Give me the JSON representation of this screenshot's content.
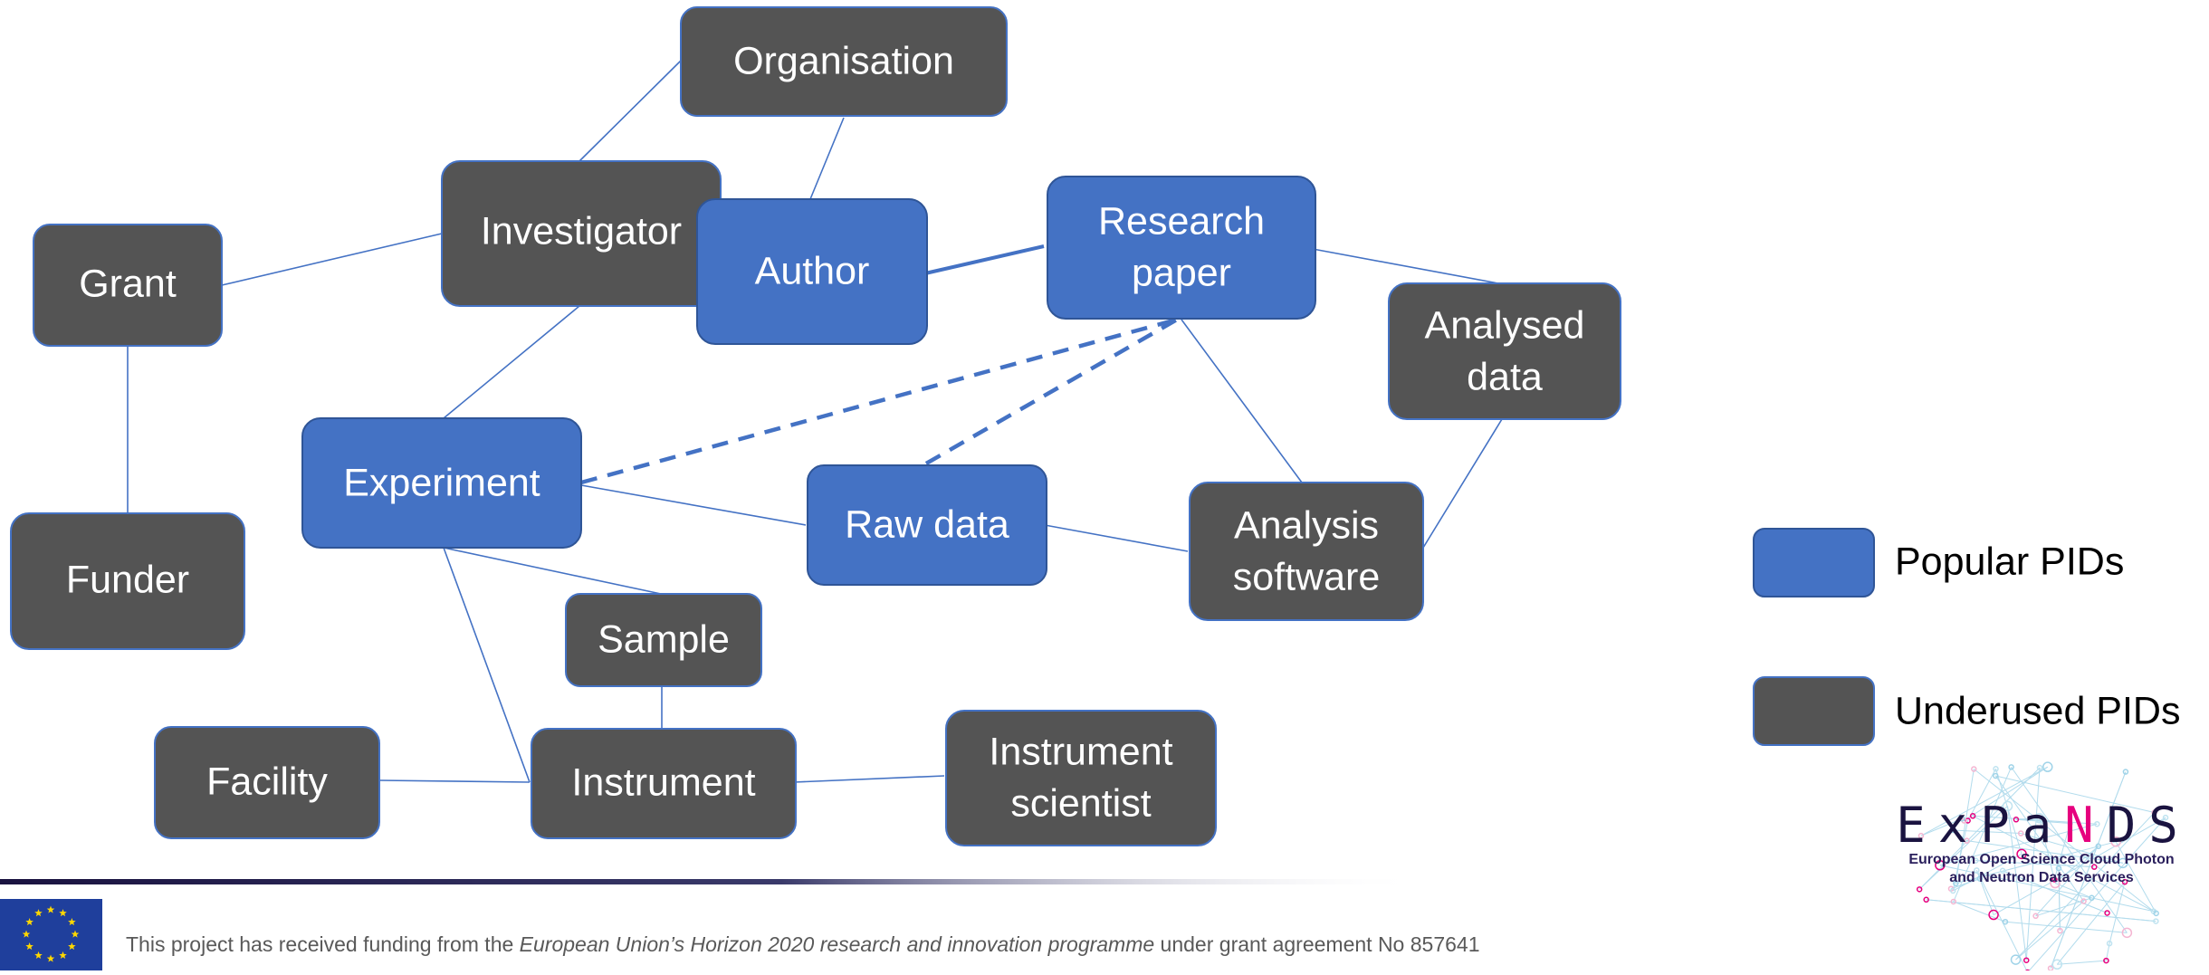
{
  "nodes": {
    "organisation": "Organisation",
    "investigator": "Investigator",
    "grant": "Grant",
    "author": "Author",
    "research_paper": [
      "Research",
      "paper"
    ],
    "analysed_data": [
      "Analysed",
      "data"
    ],
    "experiment": "Experiment",
    "raw_data": "Raw data",
    "analysis_software": [
      "Analysis",
      "software"
    ],
    "funder": "Funder",
    "sample": "Sample",
    "facility": "Facility",
    "instrument": "Instrument",
    "instrument_scientist": [
      "Instrument",
      "scientist"
    ]
  },
  "legend": {
    "popular": "Popular PIDs",
    "underused": "Underused PIDs"
  },
  "colors": {
    "popular": "#4472c4",
    "underused": "#545454",
    "edge": "#4472c4"
  },
  "footer": {
    "prefix": "This project has received funding from the ",
    "programme": "European Union’s Horizon 2020 research and innovation programme",
    "suffix": " under grant agreement No 857641"
  },
  "logo": {
    "word_part1": "ExPa",
    "word_part2": "N",
    "word_part3": "DS",
    "subtitle_line1": "European Open Science Cloud Photon",
    "subtitle_line2": "and Neutron Data Services"
  }
}
